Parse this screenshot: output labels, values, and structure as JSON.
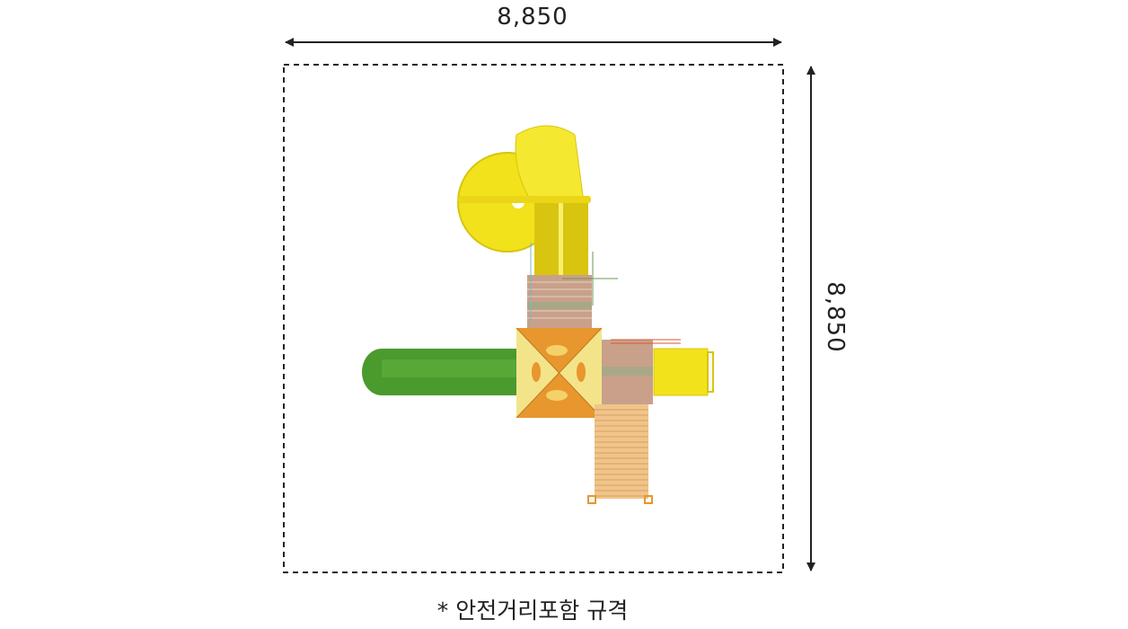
{
  "dimensions": {
    "width_label": "8,850",
    "depth_label": "8,850"
  },
  "caption": "* 안전거리포함 규격",
  "colors": {
    "slide_yellow": "#f2e21c",
    "slide_green": "#4a9a2e",
    "roof_orange": "#e8962e",
    "roof_light": "#f3e48a",
    "deck_wood": "#c9a08a",
    "stairs_wood": "#f0c48a"
  }
}
